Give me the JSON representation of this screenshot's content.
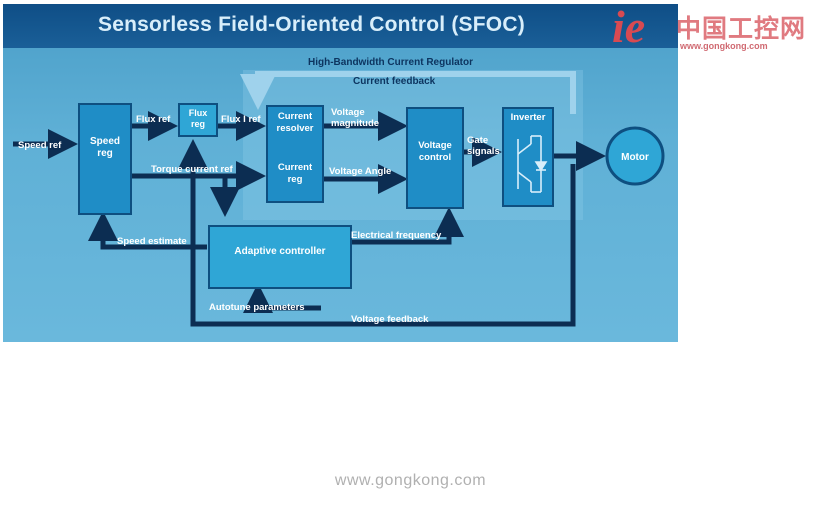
{
  "header": {
    "title": "Sensorless Field-Oriented Control (SFOC)"
  },
  "watermark": {
    "logo_mark": "ie",
    "logo_cn": "中国工控网",
    "logo_url": "www.gongkong.com",
    "footer_url": "www.gongkong.com"
  },
  "diagram": {
    "regulator_title": "High-Bandwidth Current Regulator",
    "blocks": {
      "speed_reg": [
        "Speed",
        "reg"
      ],
      "flux_reg": [
        "Flux",
        "reg"
      ],
      "current_resolver": [
        "Current",
        "resolver"
      ],
      "current_reg": [
        "Current",
        "reg"
      ],
      "voltage_control": [
        "Voltage",
        "control"
      ],
      "inverter": "Inverter",
      "motor": "Motor",
      "adaptive_controller": "Adaptive controller"
    },
    "labels": {
      "speed_ref": "Speed ref",
      "flux_ref": "Flux ref",
      "flux_i_ref": "Flux I ref",
      "torque_current_ref": "Torque current ref",
      "voltage_magnitude": [
        "Voltage",
        "magnitude"
      ],
      "voltage_angle": "Voltage Angle",
      "gate_signals": [
        "Gate",
        "signals"
      ],
      "current_feedback": "Current feedback",
      "speed_estimate": "Speed estimate",
      "electrical_frequency": "Electrical frequency",
      "autotune_parameters": "Autotune parameters",
      "voltage_feedback": "Voltage feedback"
    }
  }
}
